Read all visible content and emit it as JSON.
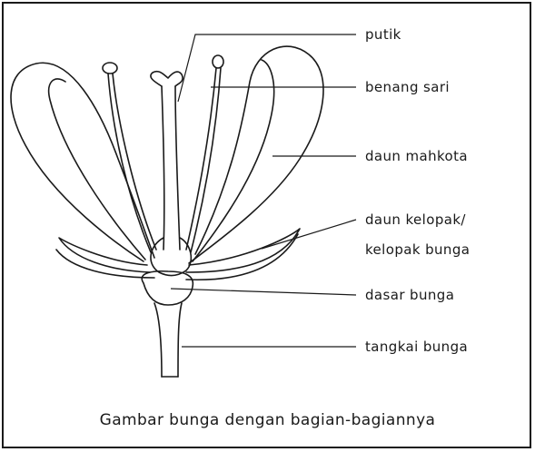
{
  "labels": {
    "putik": "putik",
    "benang_sari": "benang sari",
    "daun_mahkota": "daun mahkota",
    "daun_kelopak_line1": "daun kelopak/",
    "daun_kelopak_line2": "kelopak bunga",
    "dasar_bunga": "dasar bunga",
    "tangkai_bunga": "tangkai bunga"
  },
  "caption": "Gambar bunga dengan bagian-bagiannya"
}
